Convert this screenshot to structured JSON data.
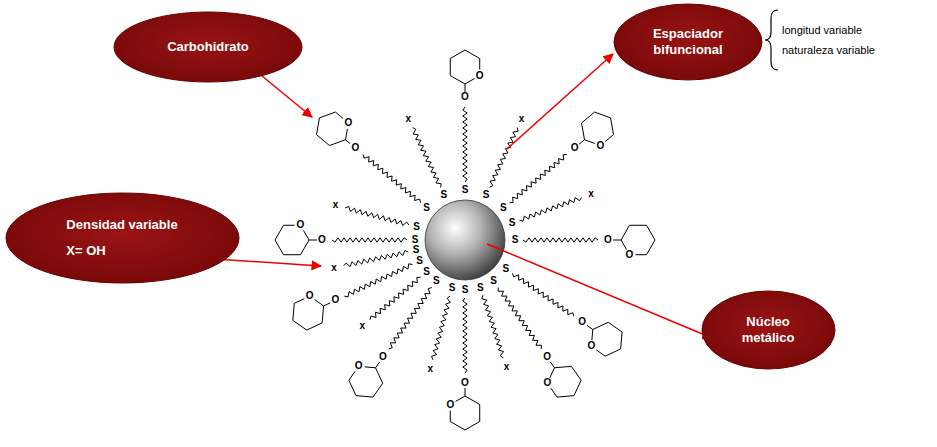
{
  "diagram": {
    "nodes": [
      {
        "text": [
          "Carbohidrato"
        ]
      },
      {
        "text": [
          "Espaciador bifuncional"
        ]
      },
      {
        "text": [
          "Densidad variable",
          "X= OH"
        ]
      },
      {
        "text": [
          "Núcleo metálico"
        ]
      }
    ],
    "labels": [
      "longitud variable",
      "naturaleza variable",
      "S",
      "x",
      "S",
      "O",
      "O",
      "S",
      "x",
      "S",
      "O",
      "O",
      "S",
      "x",
      "S",
      "O",
      "O",
      "S",
      "x",
      "S",
      "O",
      "O",
      "S",
      "O",
      "O",
      "S",
      "O",
      "O",
      "S",
      "x",
      "S",
      "O",
      "O",
      "S",
      "x",
      "S",
      "O",
      "O",
      "S",
      "x",
      "S",
      "O",
      "O",
      "S",
      "x",
      "S",
      "O",
      "O"
    ]
  }
}
